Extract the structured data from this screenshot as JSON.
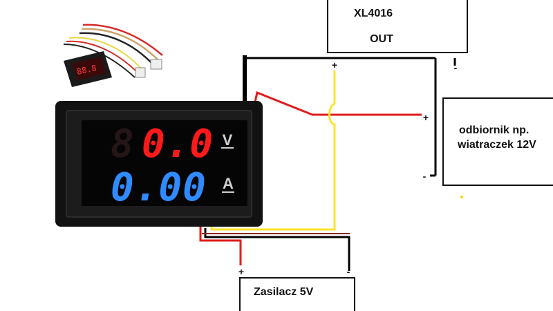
{
  "xl4016": {
    "name": "XL4016",
    "out": "OUT",
    "plus": "+",
    "minus": "-"
  },
  "load": {
    "line1": "odbiornik np.",
    "line2": "wiatraczek 12V",
    "plus": "+",
    "minus": "-"
  },
  "supply": {
    "label": "Zasilacz 5V",
    "plus": "+",
    "minus": "-"
  },
  "meter": {
    "voltage": {
      "value": "0.0",
      "unit": "V",
      "color": "#ff1a1a"
    },
    "current": {
      "value": "0.00",
      "unit": "A",
      "color": "#2f8bff"
    }
  },
  "wires": {
    "red": "#e01b1b",
    "yellow": "#ffe32b",
    "black": "#000000",
    "brown": "#8a2a1a"
  }
}
